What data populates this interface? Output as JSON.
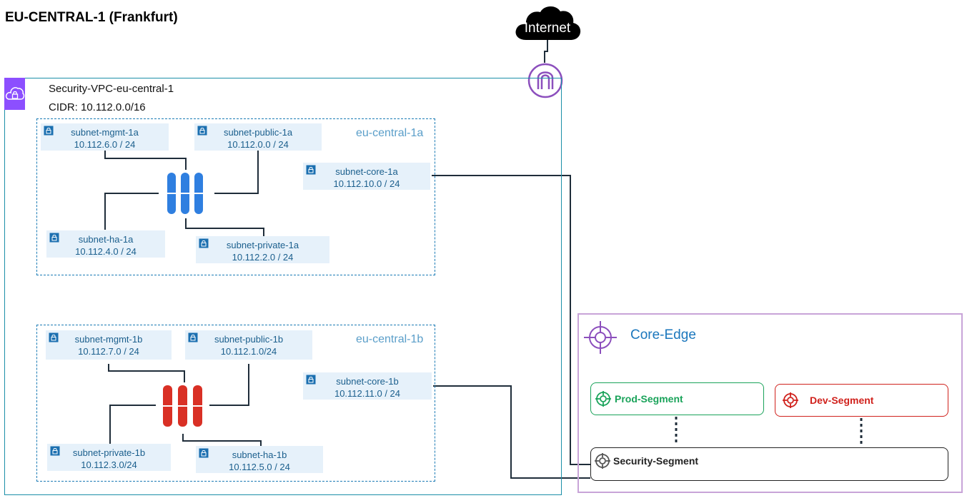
{
  "region": {
    "title": "EU-CENTRAL-1 (Frankfurt)"
  },
  "internet": {
    "label": "Internet"
  },
  "vpc": {
    "name": "Security-VPC-eu-central-1",
    "cidr": "CIDR: 10.112.0.0/16"
  },
  "az_a": {
    "label": "eu-central-1a",
    "subnets": {
      "mgmt": {
        "name": "subnet-mgmt-1a",
        "cidr": "10.112.6.0 / 24"
      },
      "public": {
        "name": "subnet-public-1a",
        "cidr": "10.112.0.0 / 24"
      },
      "core": {
        "name": "subnet-core-1a",
        "cidr": "10.112.10.0 / 24"
      },
      "ha": {
        "name": "subnet-ha-1a",
        "cidr": "10.112.4.0 / 24"
      },
      "private": {
        "name": "subnet-private-1a",
        "cidr": "10.112.2.0 / 24"
      }
    },
    "firewall_color": "#2f7fe0"
  },
  "az_b": {
    "label": "eu-central-1b",
    "subnets": {
      "mgmt": {
        "name": "subnet-mgmt-1b",
        "cidr": "10.112.7.0 / 24"
      },
      "public": {
        "name": "subnet-public-1b",
        "cidr": "10.112.1.0/24"
      },
      "core": {
        "name": "subnet-core-1b",
        "cidr": "10.112.11.0 / 24"
      },
      "private": {
        "name": "subnet-private-1b",
        "cidr": "10.112.3.0/24"
      },
      "ha": {
        "name": "subnet-ha-1b",
        "cidr": "10.112.5.0 / 24"
      }
    },
    "firewall_color": "#d93025"
  },
  "core_edge": {
    "label": "Core-Edge",
    "segments": {
      "prod": {
        "label": "Prod-Segment",
        "color": "#1aa35a"
      },
      "dev": {
        "label": "Dev-Segment",
        "color": "#d0211c"
      },
      "security": {
        "label": "Security-Segment",
        "color": "#222222"
      }
    }
  },
  "colors": {
    "vpc_border": "#1b8fa8",
    "vpc_badge": "#8c4fff",
    "core_edge_border": "#c8a4d8",
    "line": "#1f2d3a"
  },
  "icons": {
    "internet": "cloud-icon",
    "igw": "internet-gateway-icon",
    "vpc": "vpc-cloud-lock-icon",
    "subnet": "lock-icon",
    "firewall": "firewall-cluster-icon",
    "core_edge": "core-network-edge-icon",
    "segment": "segment-icon"
  }
}
